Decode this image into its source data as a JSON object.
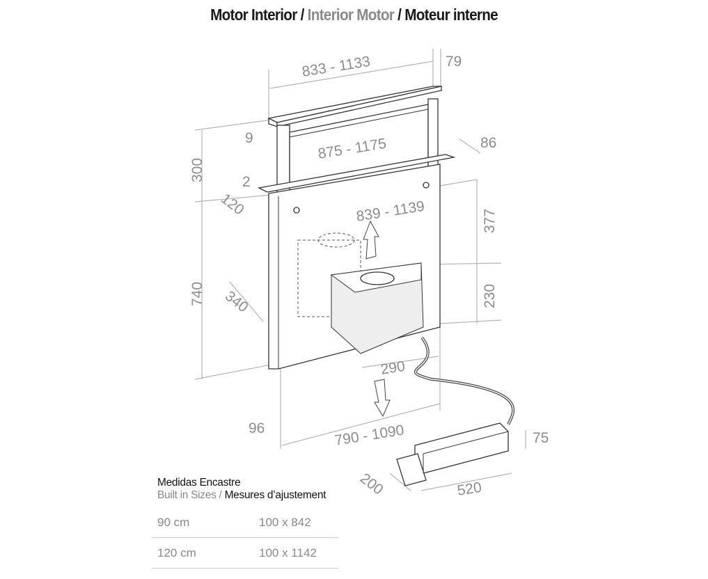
{
  "title": {
    "part1": "Motor Interior",
    "sep1": "/",
    "part2": "Interior Motor",
    "sep2": "/",
    "part3": "Moteur interne"
  },
  "dimensions": {
    "top_width": "833 - 1133",
    "top_depth": "79",
    "top_thickness": "9",
    "rise_height": "300",
    "mid_width": "875 - 1175",
    "mid_depth": "86",
    "frame_thickness": "2",
    "frame_offset": "120",
    "lower_width": "839 - 1139",
    "upper_drop": "377",
    "body_height": "740",
    "motor_depth": "340",
    "motor_height": "230",
    "motor_width": "290",
    "bottom_width": "790 - 1090",
    "bottom_offset": "96",
    "remote_height": "75",
    "remote_depth": "200",
    "remote_width": "520"
  },
  "table": {
    "heading": "Medidas Encastre",
    "subheading_en": "Built in Sizes /",
    "subheading_fr": "Mesures d’ajustement",
    "rows": [
      {
        "size": "90 cm",
        "cutout": "100 x 842"
      },
      {
        "size": "120 cm",
        "cutout": "100 x 1142"
      }
    ]
  }
}
